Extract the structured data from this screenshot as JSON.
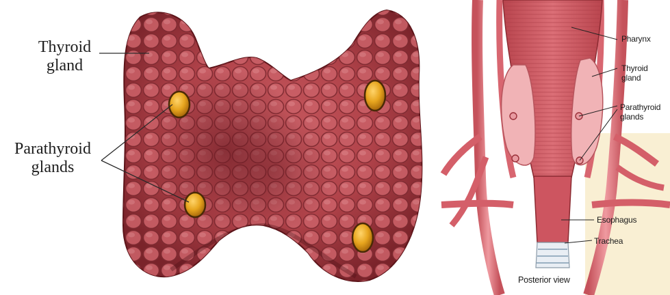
{
  "left_illustration": {
    "thyroid_label_line1": "Thyroid",
    "thyroid_label_line2": "gland",
    "parathyroid_label_line1": "Parathyroid",
    "parathyroid_label_line2": "glands"
  },
  "right_illustration": {
    "pharynx_label": "Pharynx",
    "thyroid_label_line1": "Thyroid",
    "thyroid_label_line2": "gland",
    "parathyroid_label_line1": "Parathyroid",
    "parathyroid_label_line2": "glands",
    "esophagus_label": "Esophagus",
    "trachea_label": "Trachea",
    "caption": "Posterior view"
  },
  "colors": {
    "thyroid_tissue": "#b8454c",
    "thyroid_dark": "#6e1d24",
    "parathyroid_gland": "#e3a21c",
    "pharynx_muscle": "#cf5a63",
    "background_cream": "#f9efd3"
  }
}
